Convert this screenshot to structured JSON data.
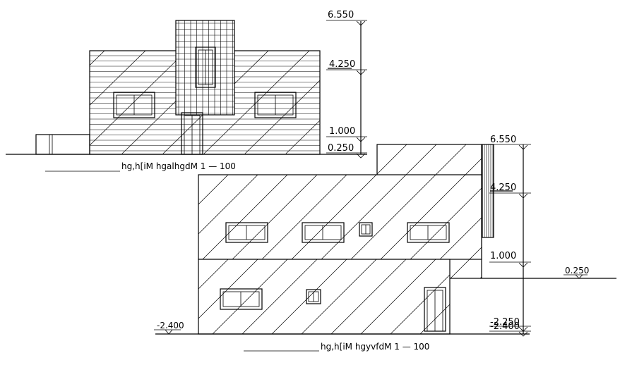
{
  "top_elevation": {
    "caption": "hg,h[iM   hgalhgdM   1   —   100",
    "levels": [
      "6.550",
      "4.250",
      "1.000",
      "0.250"
    ]
  },
  "bottom_elevation": {
    "caption": "hg,h[iM   hgyvfdM   1   —   100",
    "levels": [
      "6.550",
      "4.250",
      "1.000",
      "0.250",
      "-2.250",
      "-2.400"
    ],
    "left_level": "-2.400"
  }
}
